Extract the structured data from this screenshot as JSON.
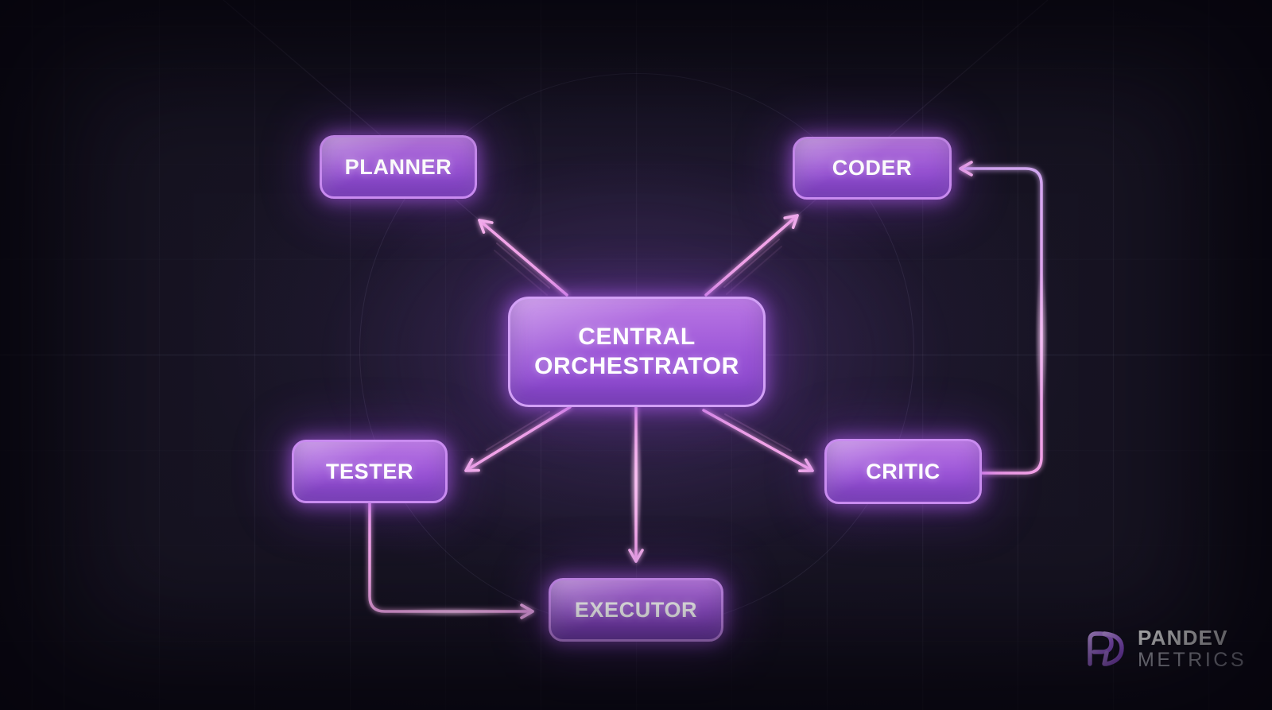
{
  "diagram": {
    "center_node": {
      "label": "CENTRAL ORCHESTRATOR"
    },
    "nodes": {
      "planner": {
        "label": "PLANNER"
      },
      "coder": {
        "label": "CODER"
      },
      "tester": {
        "label": "TESTER"
      },
      "critic": {
        "label": "CRITIC"
      },
      "executor": {
        "label": "EXECUTOR"
      }
    },
    "edges": [
      {
        "from": "CENTRAL ORCHESTRATOR",
        "to": "PLANNER",
        "style": "straight-arrow"
      },
      {
        "from": "CENTRAL ORCHESTRATOR",
        "to": "CODER",
        "style": "straight-arrow"
      },
      {
        "from": "CENTRAL ORCHESTRATOR",
        "to": "TESTER",
        "style": "straight-arrow"
      },
      {
        "from": "CENTRAL ORCHESTRATOR",
        "to": "CRITIC",
        "style": "straight-arrow"
      },
      {
        "from": "CENTRAL ORCHESTRATOR",
        "to": "EXECUTOR",
        "style": "straight-arrow"
      },
      {
        "from": "TESTER",
        "to": "EXECUTOR",
        "style": "elbow-arrow"
      },
      {
        "from": "CRITIC",
        "to": "CODER",
        "style": "elbow-arrow"
      }
    ],
    "colors": {
      "background": "#15121f",
      "node_fill": "#9b55d7",
      "node_border": "#c98bf0",
      "arrow": "#f3a6e9",
      "label_text": "#ffffff"
    }
  },
  "brand": {
    "name": "PANDEV",
    "tagline": "METRICS"
  }
}
